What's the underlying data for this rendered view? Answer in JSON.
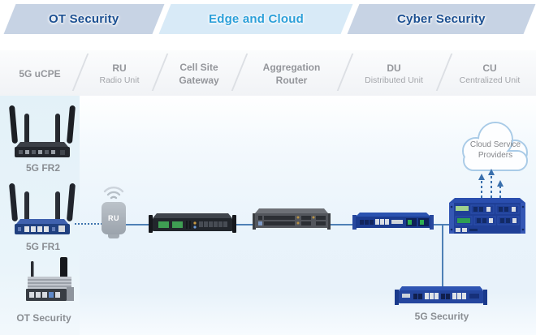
{
  "banners": [
    {
      "label": "OT Security"
    },
    {
      "label": "Edge and Cloud"
    },
    {
      "label": "Cyber Security"
    }
  ],
  "columns": [
    {
      "line1": "5G uCPE",
      "line2": ""
    },
    {
      "line1": "RU",
      "line2": "Radio Unit"
    },
    {
      "line1": "Cell Site",
      "line2": "Gateway"
    },
    {
      "line1": "Aggregation",
      "line2": "Router"
    },
    {
      "line1": "DU",
      "line2": "Distributed Unit"
    },
    {
      "line1": "CU",
      "line2": "Centralized Unit"
    }
  ],
  "devices": {
    "fr2": {
      "label": "5G FR2"
    },
    "fr1": {
      "label": "5G FR1"
    },
    "ot_security": {
      "label": "OT Security"
    },
    "ru": {
      "badge": "RU"
    },
    "security_5g": {
      "label": "5G Security"
    },
    "cloud": {
      "label_line1": "Cloud Service",
      "label_line2": "Providers"
    }
  },
  "colors": {
    "banner_gray_bg": "#c7d3e4",
    "banner_blue_bg": "#d8eaf7",
    "banner_dark_text": "#1b4f91",
    "banner_bright_text": "#2b9fd9",
    "connector_blue": "#4e80b6",
    "label_gray": "#8a8e93"
  }
}
